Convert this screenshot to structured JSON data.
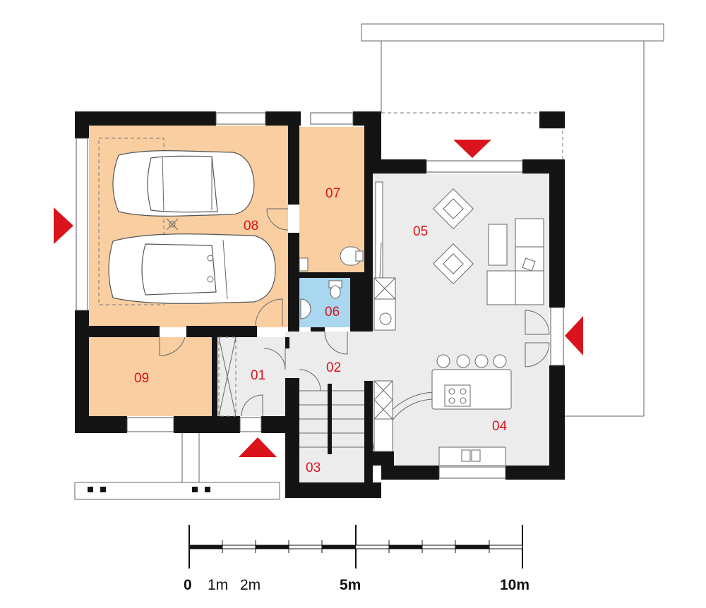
{
  "rooms": [
    {
      "id": "01",
      "color": "#ececec"
    },
    {
      "id": "02",
      "color": "#ececec"
    },
    {
      "id": "03",
      "color": "#ececec"
    },
    {
      "id": "04",
      "color": "#ececec"
    },
    {
      "id": "05",
      "color": "#ececec"
    },
    {
      "id": "06",
      "color": "#a9d7f0"
    },
    {
      "id": "07",
      "color": "#f9ceA0"
    },
    {
      "id": "08",
      "color": "#f9cea0"
    },
    {
      "id": "09",
      "color": "#f9cea0"
    }
  ],
  "scale": {
    "labels": {
      "zero": "0",
      "one": "1m",
      "two": "2m",
      "five": "5m",
      "ten": "10m"
    }
  },
  "colors": {
    "wall": "#141414",
    "arrow": "#d9141c",
    "warm_room": "#f9cea0",
    "wet_room": "#a9d7f0",
    "day_room": "#ececec"
  },
  "icons": [
    "entrance-arrow",
    "car-icon",
    "sofa-icon",
    "armchair-icon",
    "toilet-icon",
    "sink-icon",
    "stove-icon",
    "stool-icon"
  ]
}
